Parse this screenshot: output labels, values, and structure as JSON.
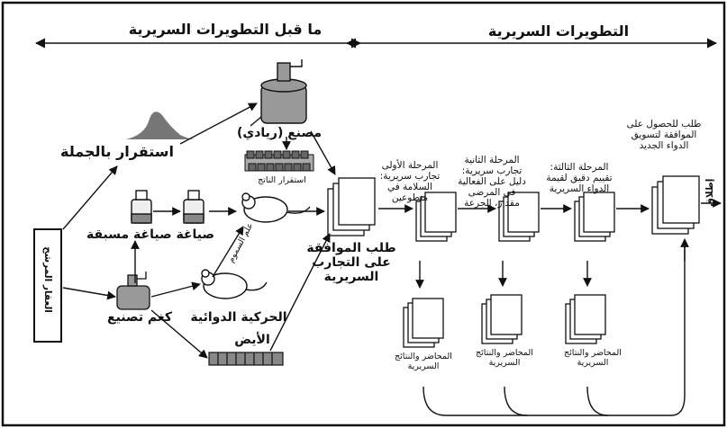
{
  "headers": {
    "preclinical": "ما قبل التطويرات السريرية",
    "clinical": "التطويرات السريرية"
  },
  "labels": {
    "candidate_drug": "العقار المرشح",
    "scale_up": "استقرار بالجملة",
    "factory": "مصنع (ريادي)",
    "product_stability": "استقرار الناتج",
    "formulation": "صياغة صياغة مسبقة",
    "toxicology": "علم السموم",
    "kg_manufacture": "كغم تصنيع",
    "pharmacokinetics": "الحركية الدوائية",
    "metabolism": "الأيض",
    "ind_application": "طلب الموافقة على التجارب السريرية",
    "phase1": "المرحلة الأولى تجارب سريرية: السلامة في متطوعين",
    "phase2": "المرحلة الثانية تجارب سريرية: دليل على الفعالية في المرضى مقدار، الجرعة",
    "phase3": "المرحلة الثالثة: تقييم دقيق لقيمة الدواء السريرية",
    "nda": "طلب للحصول على الموافقة لتسويق الدواء الجديد",
    "launch": "إطلاق",
    "reports1": "المحاضر والنتائج السريرية",
    "reports2": "المحاضر والنتائج السريرية",
    "reports3": "المحاضر والنتائج السريرية"
  }
}
